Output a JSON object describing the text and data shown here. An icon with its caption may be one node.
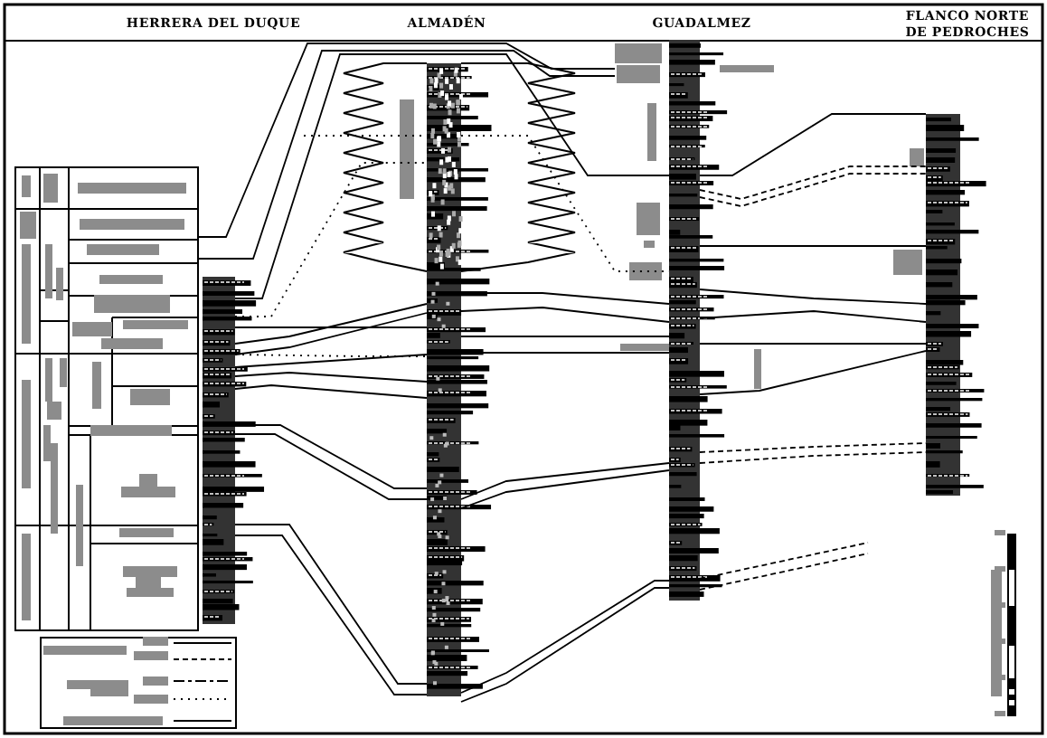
{
  "diagram": {
    "labels": [
      "HERRERA DEL DUQUE",
      "ALMADÉN",
      "GUADALMEZ",
      "FLANCO NORTE DE PEDROCHES"
    ]
  }
}
